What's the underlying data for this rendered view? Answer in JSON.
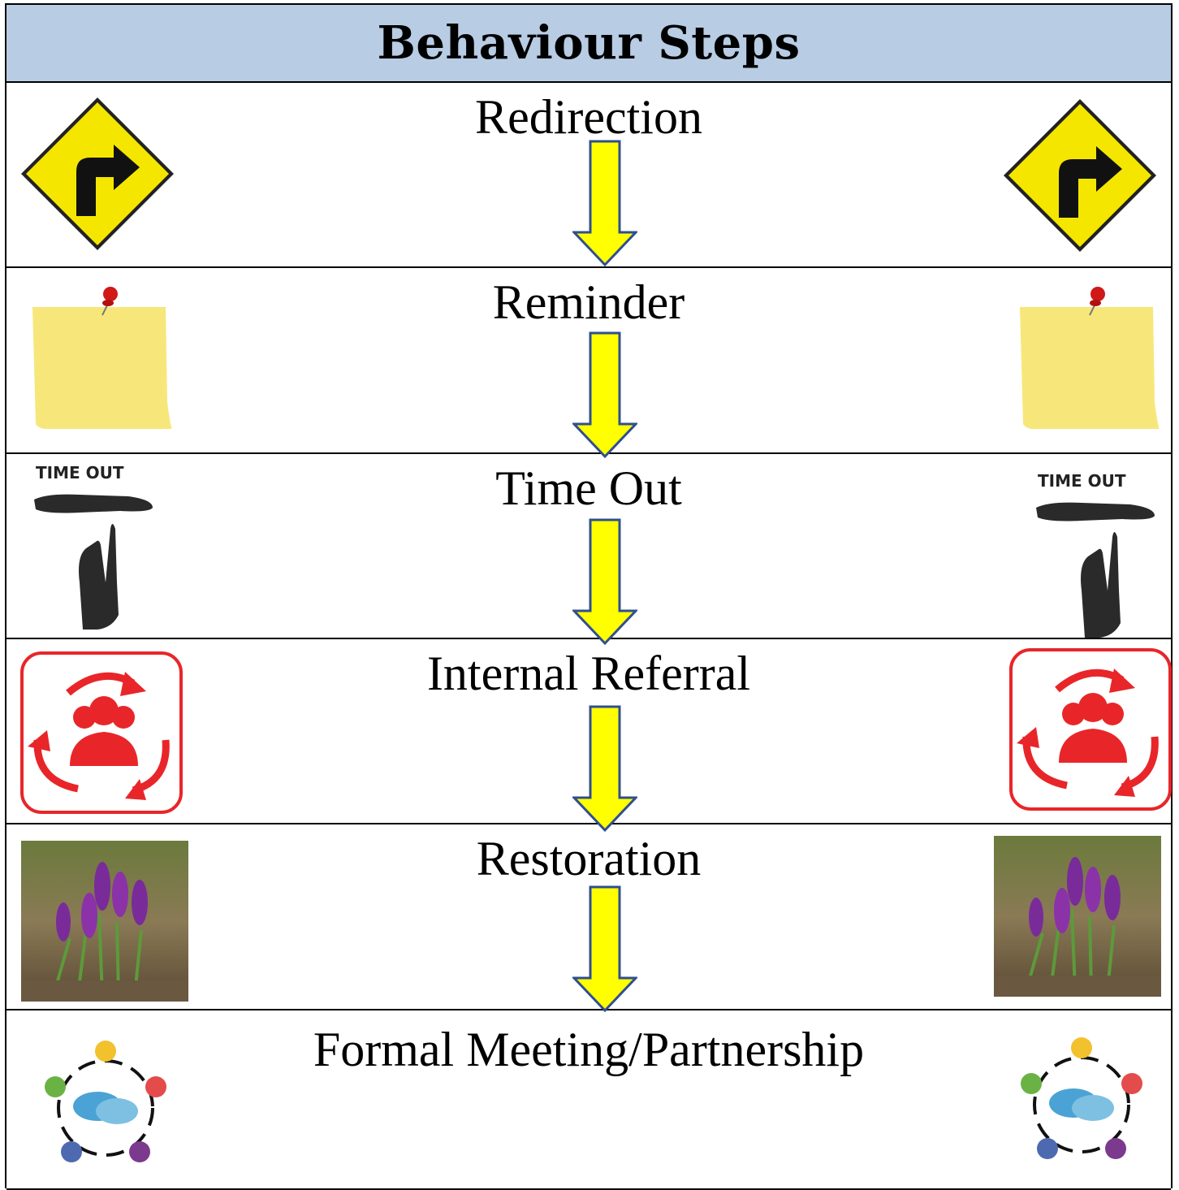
{
  "title": "Behaviour Steps",
  "steps": [
    {
      "label": "Redirection",
      "icon": "turn-right-road-sign-icon"
    },
    {
      "label": "Reminder",
      "icon": "sticky-note-pin-icon"
    },
    {
      "label": "Time Out",
      "icon_text": "TIME OUT",
      "icon": "time-out-hands-icon"
    },
    {
      "label": "Internal Referral",
      "icon": "referral-people-cycle-icon"
    },
    {
      "label": "Restoration",
      "icon": "crocus-flowers-photo"
    },
    {
      "label": "Formal Meeting/Partnership",
      "icon": "meeting-circle-icon"
    }
  ],
  "colors": {
    "header_bg": "#b8cce4",
    "arrow_fill": "#ffff00",
    "arrow_stroke": "#2f4f8f",
    "sign_yellow": "#f5e600",
    "note_yellow": "#f7e77a",
    "referral_red": "#e8262a"
  }
}
